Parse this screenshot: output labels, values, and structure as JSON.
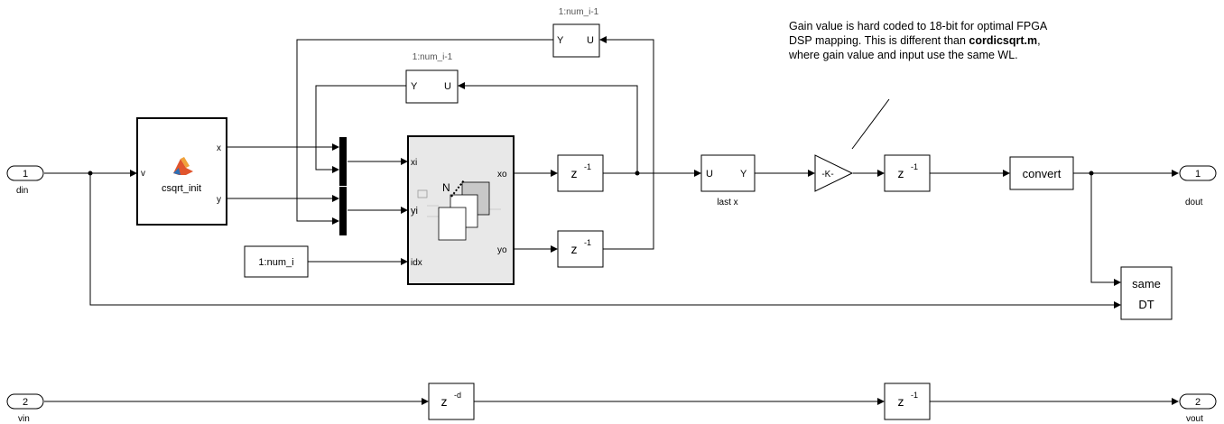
{
  "ports": {
    "din": {
      "number": "1",
      "label": "din"
    },
    "vin": {
      "number": "2",
      "label": "vin"
    },
    "dout": {
      "number": "1",
      "label": "dout"
    },
    "vout": {
      "number": "2",
      "label": "vout"
    }
  },
  "blocks": {
    "csqrt_init": {
      "label": "csqrt_init",
      "in": "v",
      "out_x": "x",
      "out_y": "y"
    },
    "feedback_top": {
      "label_in": "Y",
      "label_out": "U",
      "caption": "1:num_i-1"
    },
    "feedback_mid": {
      "label_in": "Y",
      "label_out": "U",
      "caption": "1:num_i-1"
    },
    "subsystem": {
      "in_xi": "xi",
      "in_yi": "yi",
      "in_idx": "idx",
      "out_xo": "xo",
      "out_yo": "yo",
      "for_each": "N"
    },
    "num_i_const": {
      "label": "1:num_i"
    },
    "delay_xo": {
      "base": "z",
      "exp": "-1"
    },
    "delay_yo": {
      "base": "z",
      "exp": "-1"
    },
    "last_x": {
      "in": "U",
      "out": "Y",
      "caption": "last x"
    },
    "gain": {
      "label": "-K-"
    },
    "delay_gain": {
      "base": "z",
      "exp": "-1"
    },
    "convert": {
      "label": "convert"
    },
    "same_dt": {
      "line1": "same",
      "line2": "DT"
    },
    "delay_vin_d": {
      "base": "z",
      "exp": "-d"
    },
    "delay_vin_1": {
      "base": "z",
      "exp": "-1"
    }
  },
  "annotation": {
    "part1": "Gain value is hard coded to 18-bit for optimal FPGA DSP mapping. This is different than ",
    "bold": "cordicsqrt.m",
    "part2": ", where gain value and input use the same WL."
  }
}
